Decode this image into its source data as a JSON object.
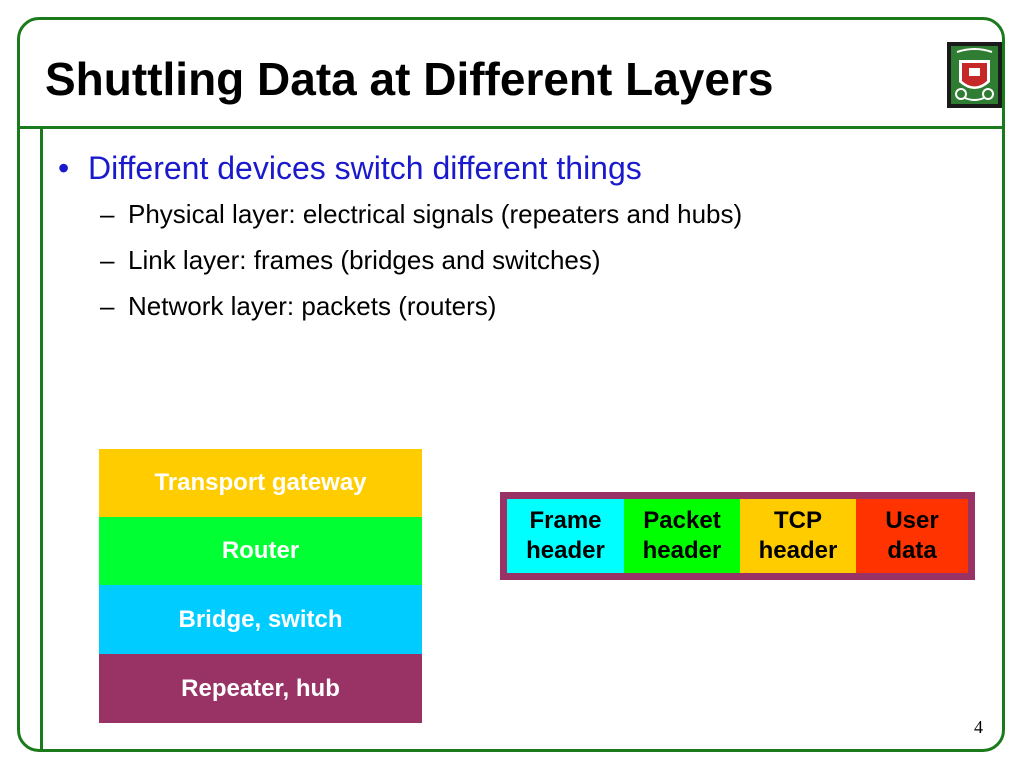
{
  "slide": {
    "title": "Shuttling Data at Different Layers",
    "page_number": "4",
    "frame_color": "#1b7a1b"
  },
  "bullets": {
    "main": {
      "marker": "•",
      "text": "Different devices switch different things"
    },
    "sub_marker": "–",
    "sub": [
      "Physical layer: electrical signals (repeaters and hubs)",
      "Link layer: frames (bridges and switches)",
      "Network layer: packets (routers)"
    ]
  },
  "layer_stack": [
    {
      "label": "Transport gateway",
      "color": "#ffcc00"
    },
    {
      "label": "Router",
      "color": "#00ff33"
    },
    {
      "label": "Bridge, switch",
      "color": "#00ccff"
    },
    {
      "label": "Repeater, hub",
      "color": "#993366"
    }
  ],
  "packet": {
    "border_color": "#993366",
    "fields": [
      {
        "line1": "Frame",
        "line2": "header",
        "color": "#00ffff"
      },
      {
        "line1": "Packet",
        "line2": "header",
        "color": "#00ff00"
      },
      {
        "line1": "TCP",
        "line2": "header",
        "color": "#ffcc00"
      },
      {
        "line1": "User",
        "line2": "data",
        "color": "#ff3300"
      }
    ]
  },
  "logo": {
    "icon": "university-crest-icon"
  }
}
